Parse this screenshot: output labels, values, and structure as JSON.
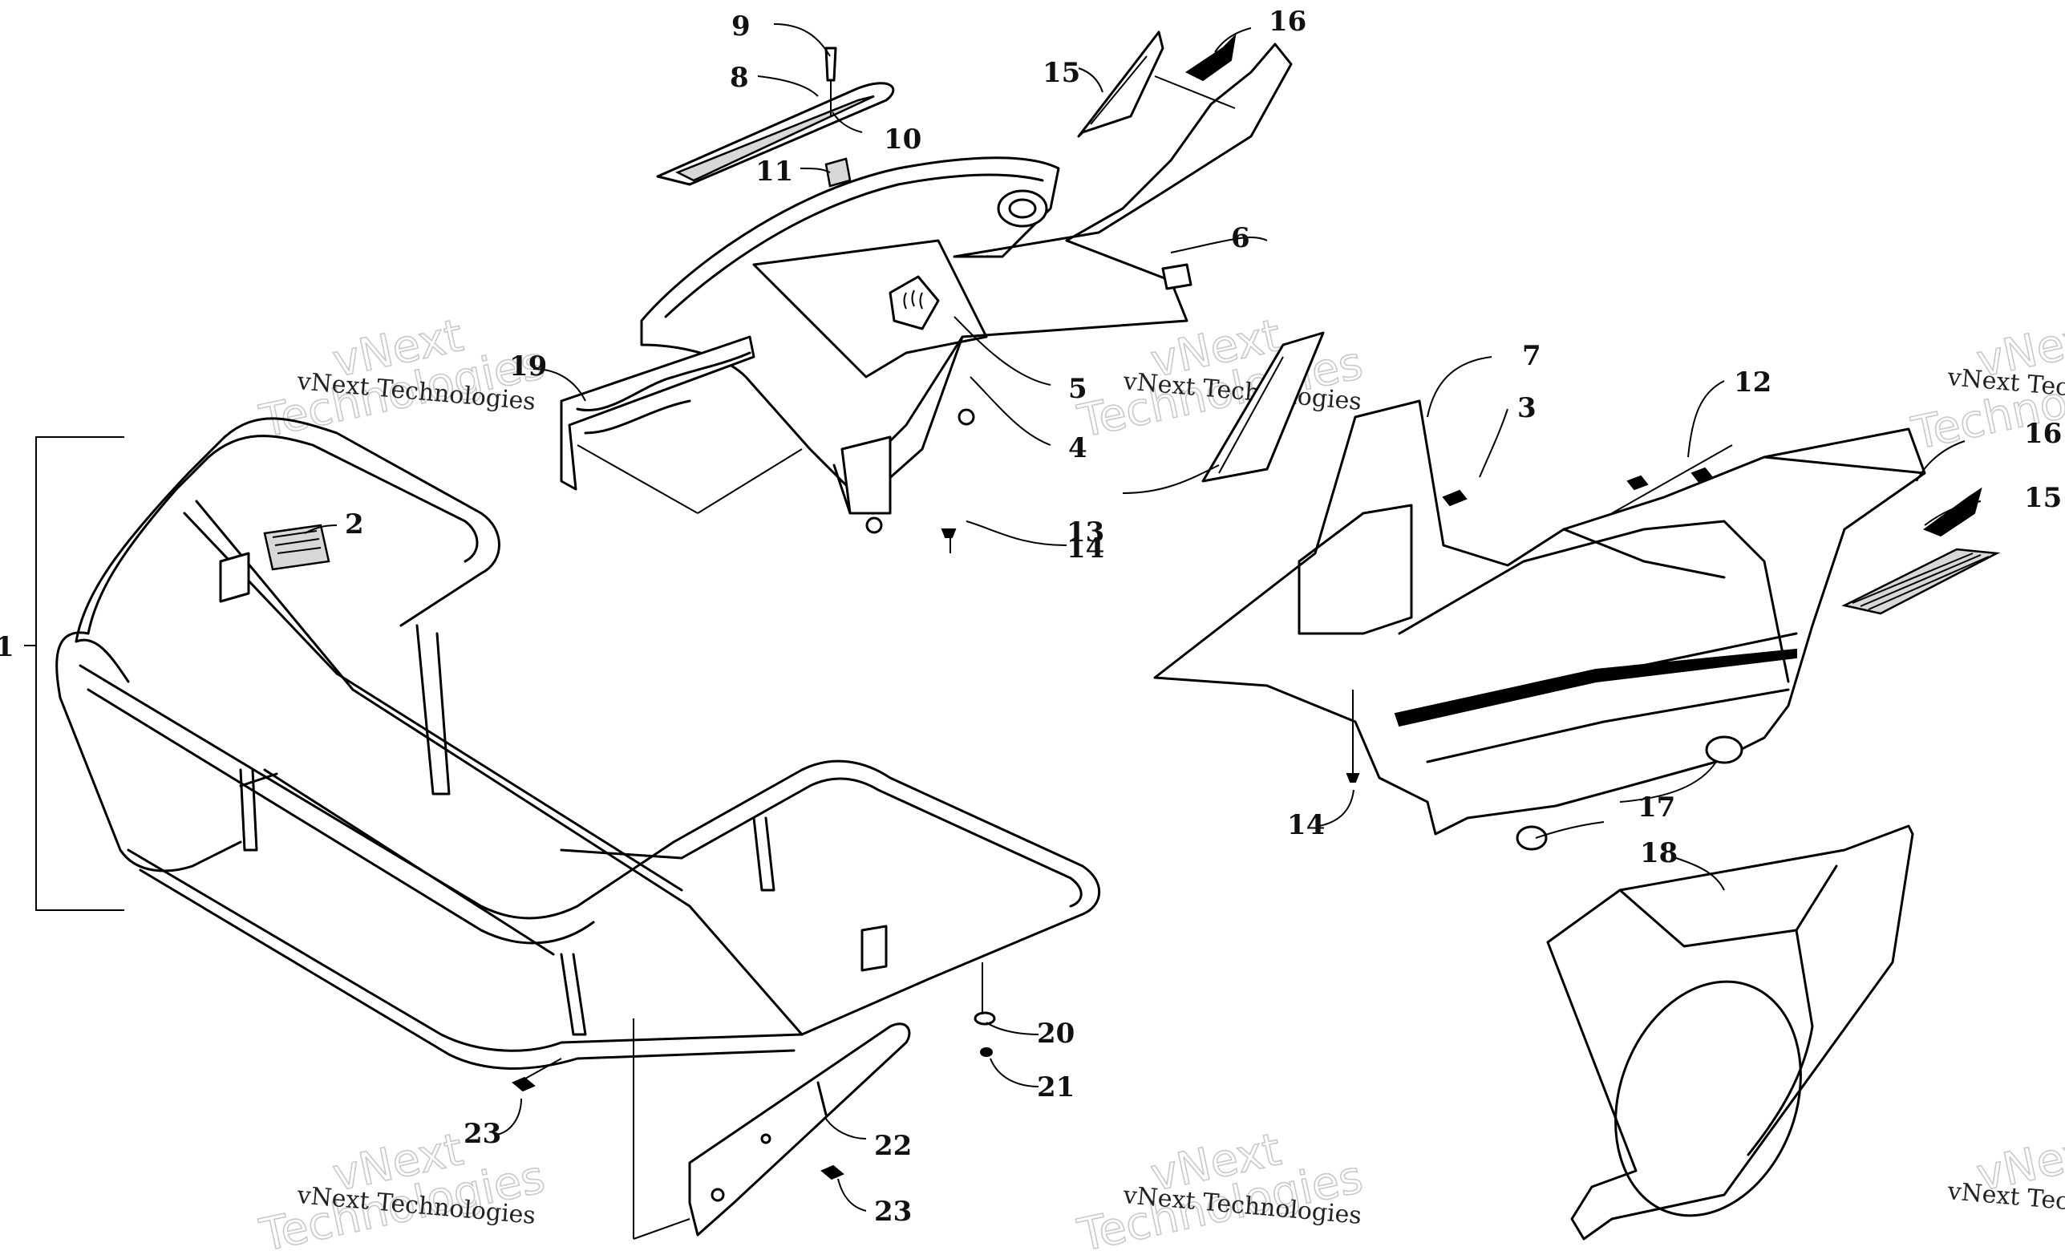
{
  "watermark": {
    "brand": "vNext",
    "word": "Technologies",
    "caption": "vNext Technologies",
    "caption_cut": "vNext Tec"
  },
  "callouts": [
    "1",
    "2",
    "3",
    "4",
    "5",
    "6",
    "7",
    "8",
    "9",
    "10",
    "11",
    "12",
    "13",
    "14",
    "14",
    "15",
    "15",
    "16",
    "16",
    "17",
    "18",
    "19",
    "20",
    "21",
    "22",
    "23",
    "23"
  ]
}
